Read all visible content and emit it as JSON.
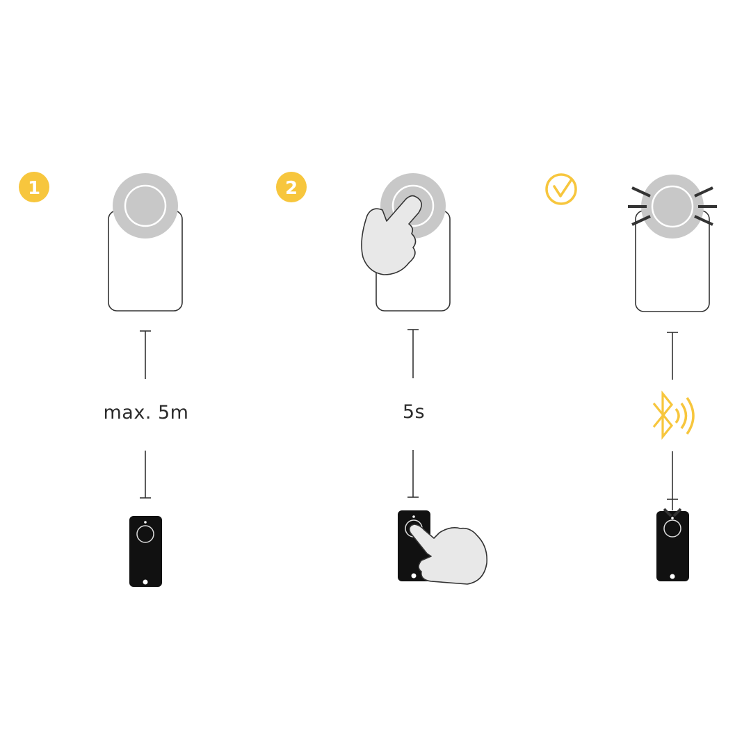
{
  "steps": [
    {
      "badge": "1",
      "caption": "max. 5m",
      "kind": "numbered"
    },
    {
      "badge": "2",
      "caption": "5s",
      "kind": "numbered"
    },
    {
      "badge": "check",
      "caption": "",
      "kind": "done",
      "icon": "bluetooth-icon"
    }
  ],
  "colors": {
    "accent": "#F7C63D",
    "device_gray": "#C8C8C8",
    "outline": "#333333",
    "fob": "#111111",
    "hand": "#E8E8E8"
  }
}
